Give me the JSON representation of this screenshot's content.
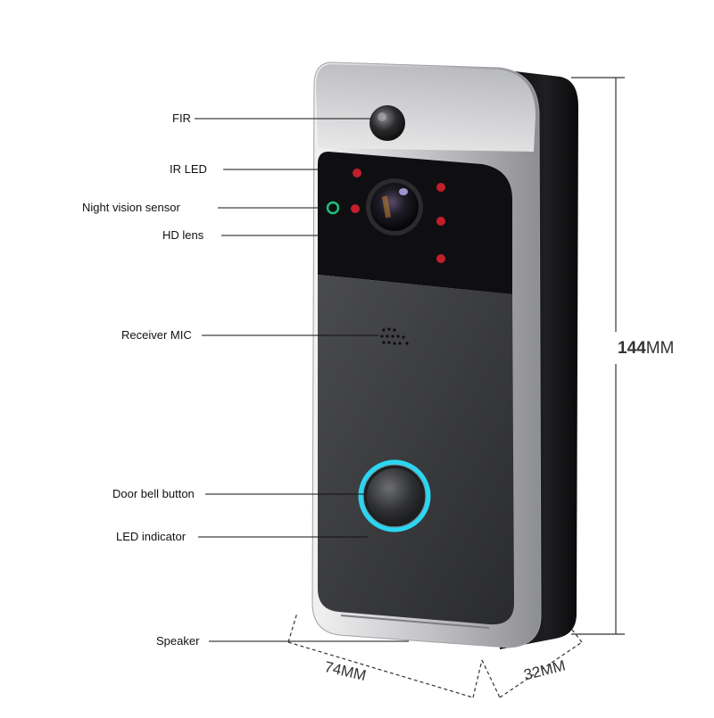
{
  "callouts": [
    {
      "id": "fir",
      "label": "FIR"
    },
    {
      "id": "ir-led",
      "label": "IR LED"
    },
    {
      "id": "night-vision-sensor",
      "label": "Night vision sensor"
    },
    {
      "id": "hd-lens",
      "label": "HD lens"
    },
    {
      "id": "receiver-mic",
      "label": "Receiver MIC"
    },
    {
      "id": "door-bell-button",
      "label": "Door bell button"
    },
    {
      "id": "led-indicator",
      "label": "LED indicator"
    },
    {
      "id": "speaker",
      "label": "Speaker"
    }
  ],
  "dimensions": {
    "height_value": "144",
    "height_unit": "MM",
    "width": "74MM",
    "depth": "32MM"
  },
  "colors": {
    "body_silver": "#c9c9cb",
    "front_black": "#2e2f31",
    "back_black": "#141416",
    "ir_led_red": "#c21f2a",
    "led_ring": "#2bd6f2",
    "sensor_green": "#1fbf7a"
  }
}
